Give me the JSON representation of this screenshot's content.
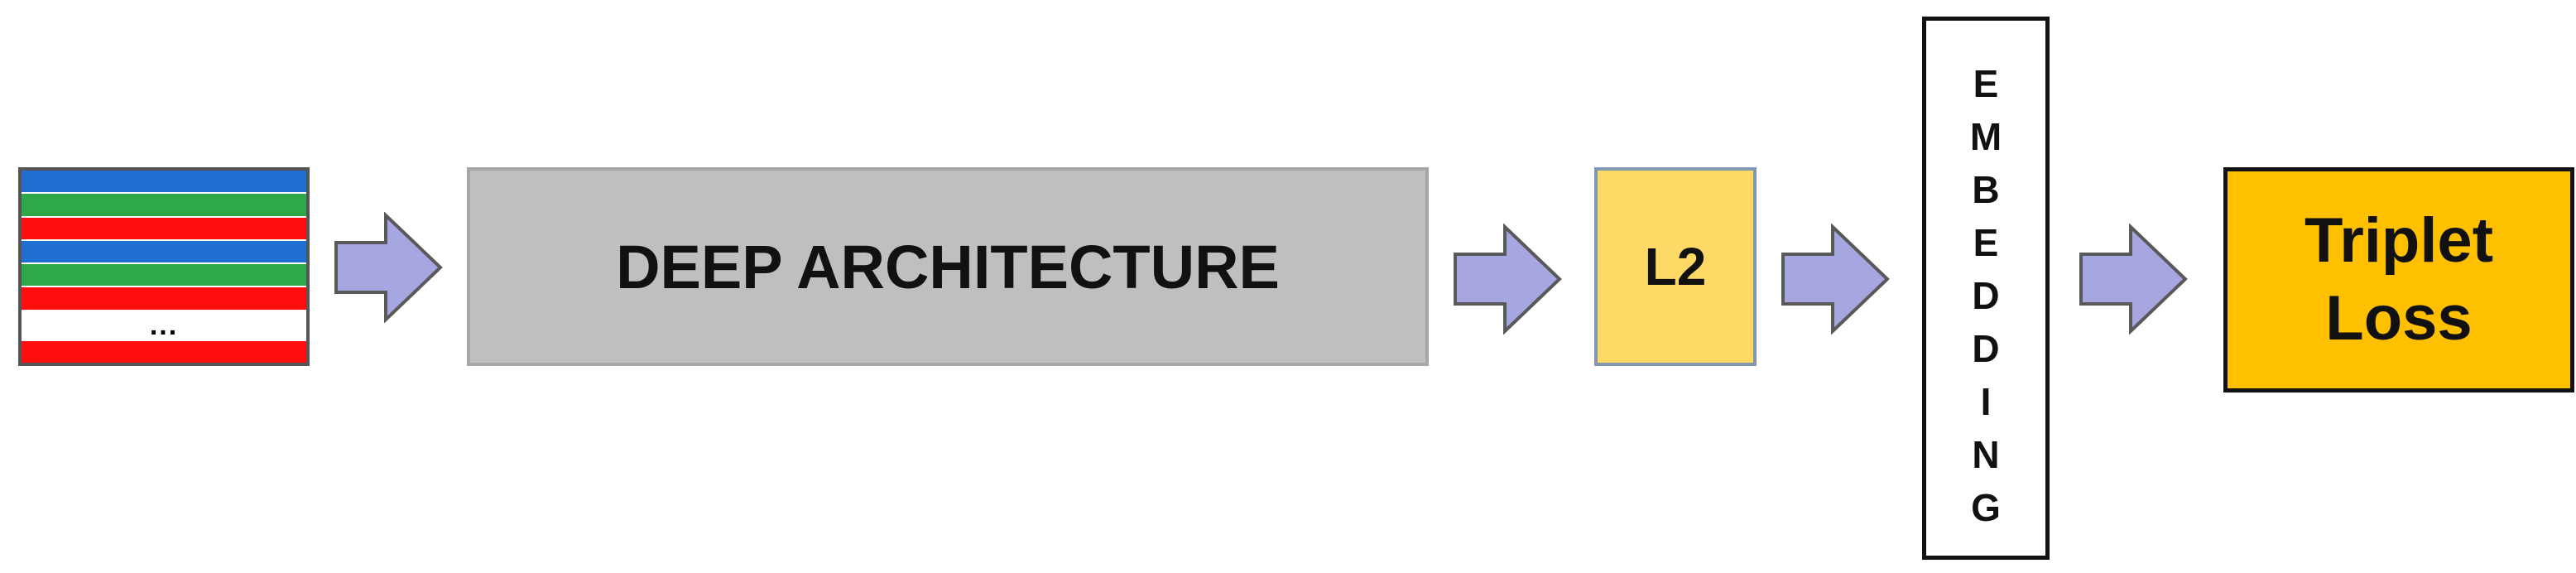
{
  "input_stack": {
    "stripe_colors": [
      "#1f6fd1",
      "#2ea84a",
      "#ff0d0d",
      "#1f6fd1",
      "#2ea84a",
      "#ff0d0d",
      "#ffffff",
      "#ff0d0d"
    ],
    "ellipsis": "..."
  },
  "arrow_color": "#a6a6e0",
  "arrow_stroke": "#595959",
  "deep_architecture": {
    "label": "DEEP ARCHITECTURE"
  },
  "l2": {
    "label": "L2"
  },
  "embedding": {
    "letters": [
      "E",
      "M",
      "B",
      "E",
      "D",
      "D",
      "I",
      "N",
      "G"
    ]
  },
  "triplet_loss": {
    "line1": "Triplet",
    "line2": "Loss"
  }
}
